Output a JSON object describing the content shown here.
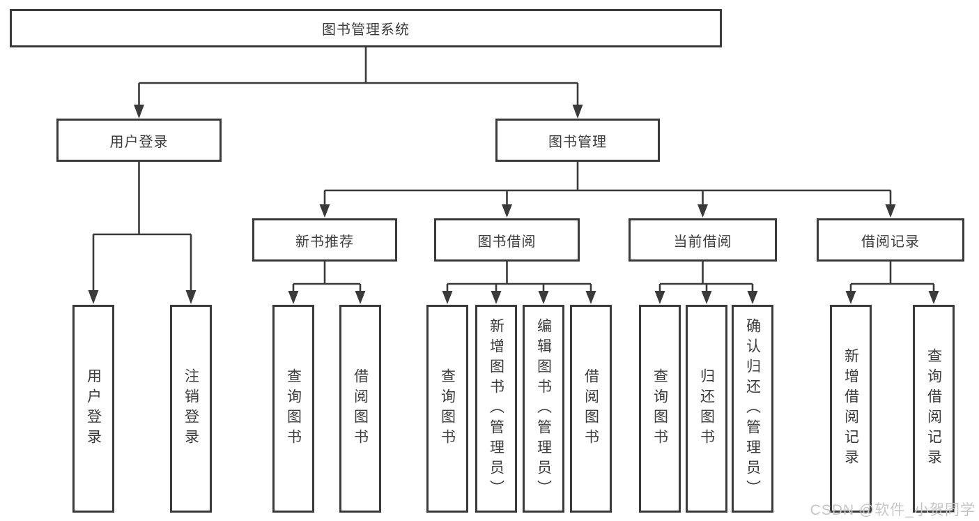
{
  "diagram": {
    "root": "图书管理系统",
    "level2": {
      "user_login": "用户登录",
      "book_mgmt": "图书管理"
    },
    "level3": {
      "new_books": "新书推荐",
      "book_borrow": "图书借阅",
      "current_borrow": "当前借阅",
      "borrow_records": "借阅记录"
    },
    "level4": {
      "login_1": "用户登录",
      "login_2": "注销登录",
      "new_1": "查询图书",
      "new_2": "借阅图书",
      "borrow_1": "查询图书",
      "borrow_2": "新增图书（管理员）",
      "borrow_3": "编辑图书（管理员）",
      "borrow_4": "借阅图书",
      "cur_1": "查询图书",
      "cur_2": "归还图书",
      "cur_3": "确认归还（管理员）",
      "rec_1": "新增借阅记录",
      "rec_2": "查询借阅记录"
    }
  },
  "watermark": "CSDN @软件_小贺同学",
  "colors": {
    "line": "#3a3a3a",
    "text": "#3d3d3d",
    "watermark": "#c6c6c6",
    "background": "#ffffff"
  }
}
